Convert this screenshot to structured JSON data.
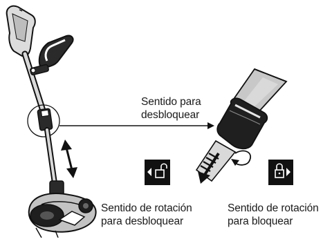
{
  "labels": {
    "unlock_direction": {
      "line1": "Sentido para",
      "line2": "desbloquear"
    },
    "rotation_unlock": {
      "line1": "Sentido de rotación",
      "line2": "para desbloquear"
    },
    "rotation_lock": {
      "line1": "Sentido de rotación",
      "line2": "para bloquear"
    }
  },
  "icons": {
    "unlocked_padlock": "unlocked-padlock-left-arrow",
    "locked_padlock": "locked-padlock-right-arrow"
  },
  "colors": {
    "ink": "#111111",
    "body_gray": "#b9b9b9",
    "light_gray": "#dcdcdc"
  }
}
